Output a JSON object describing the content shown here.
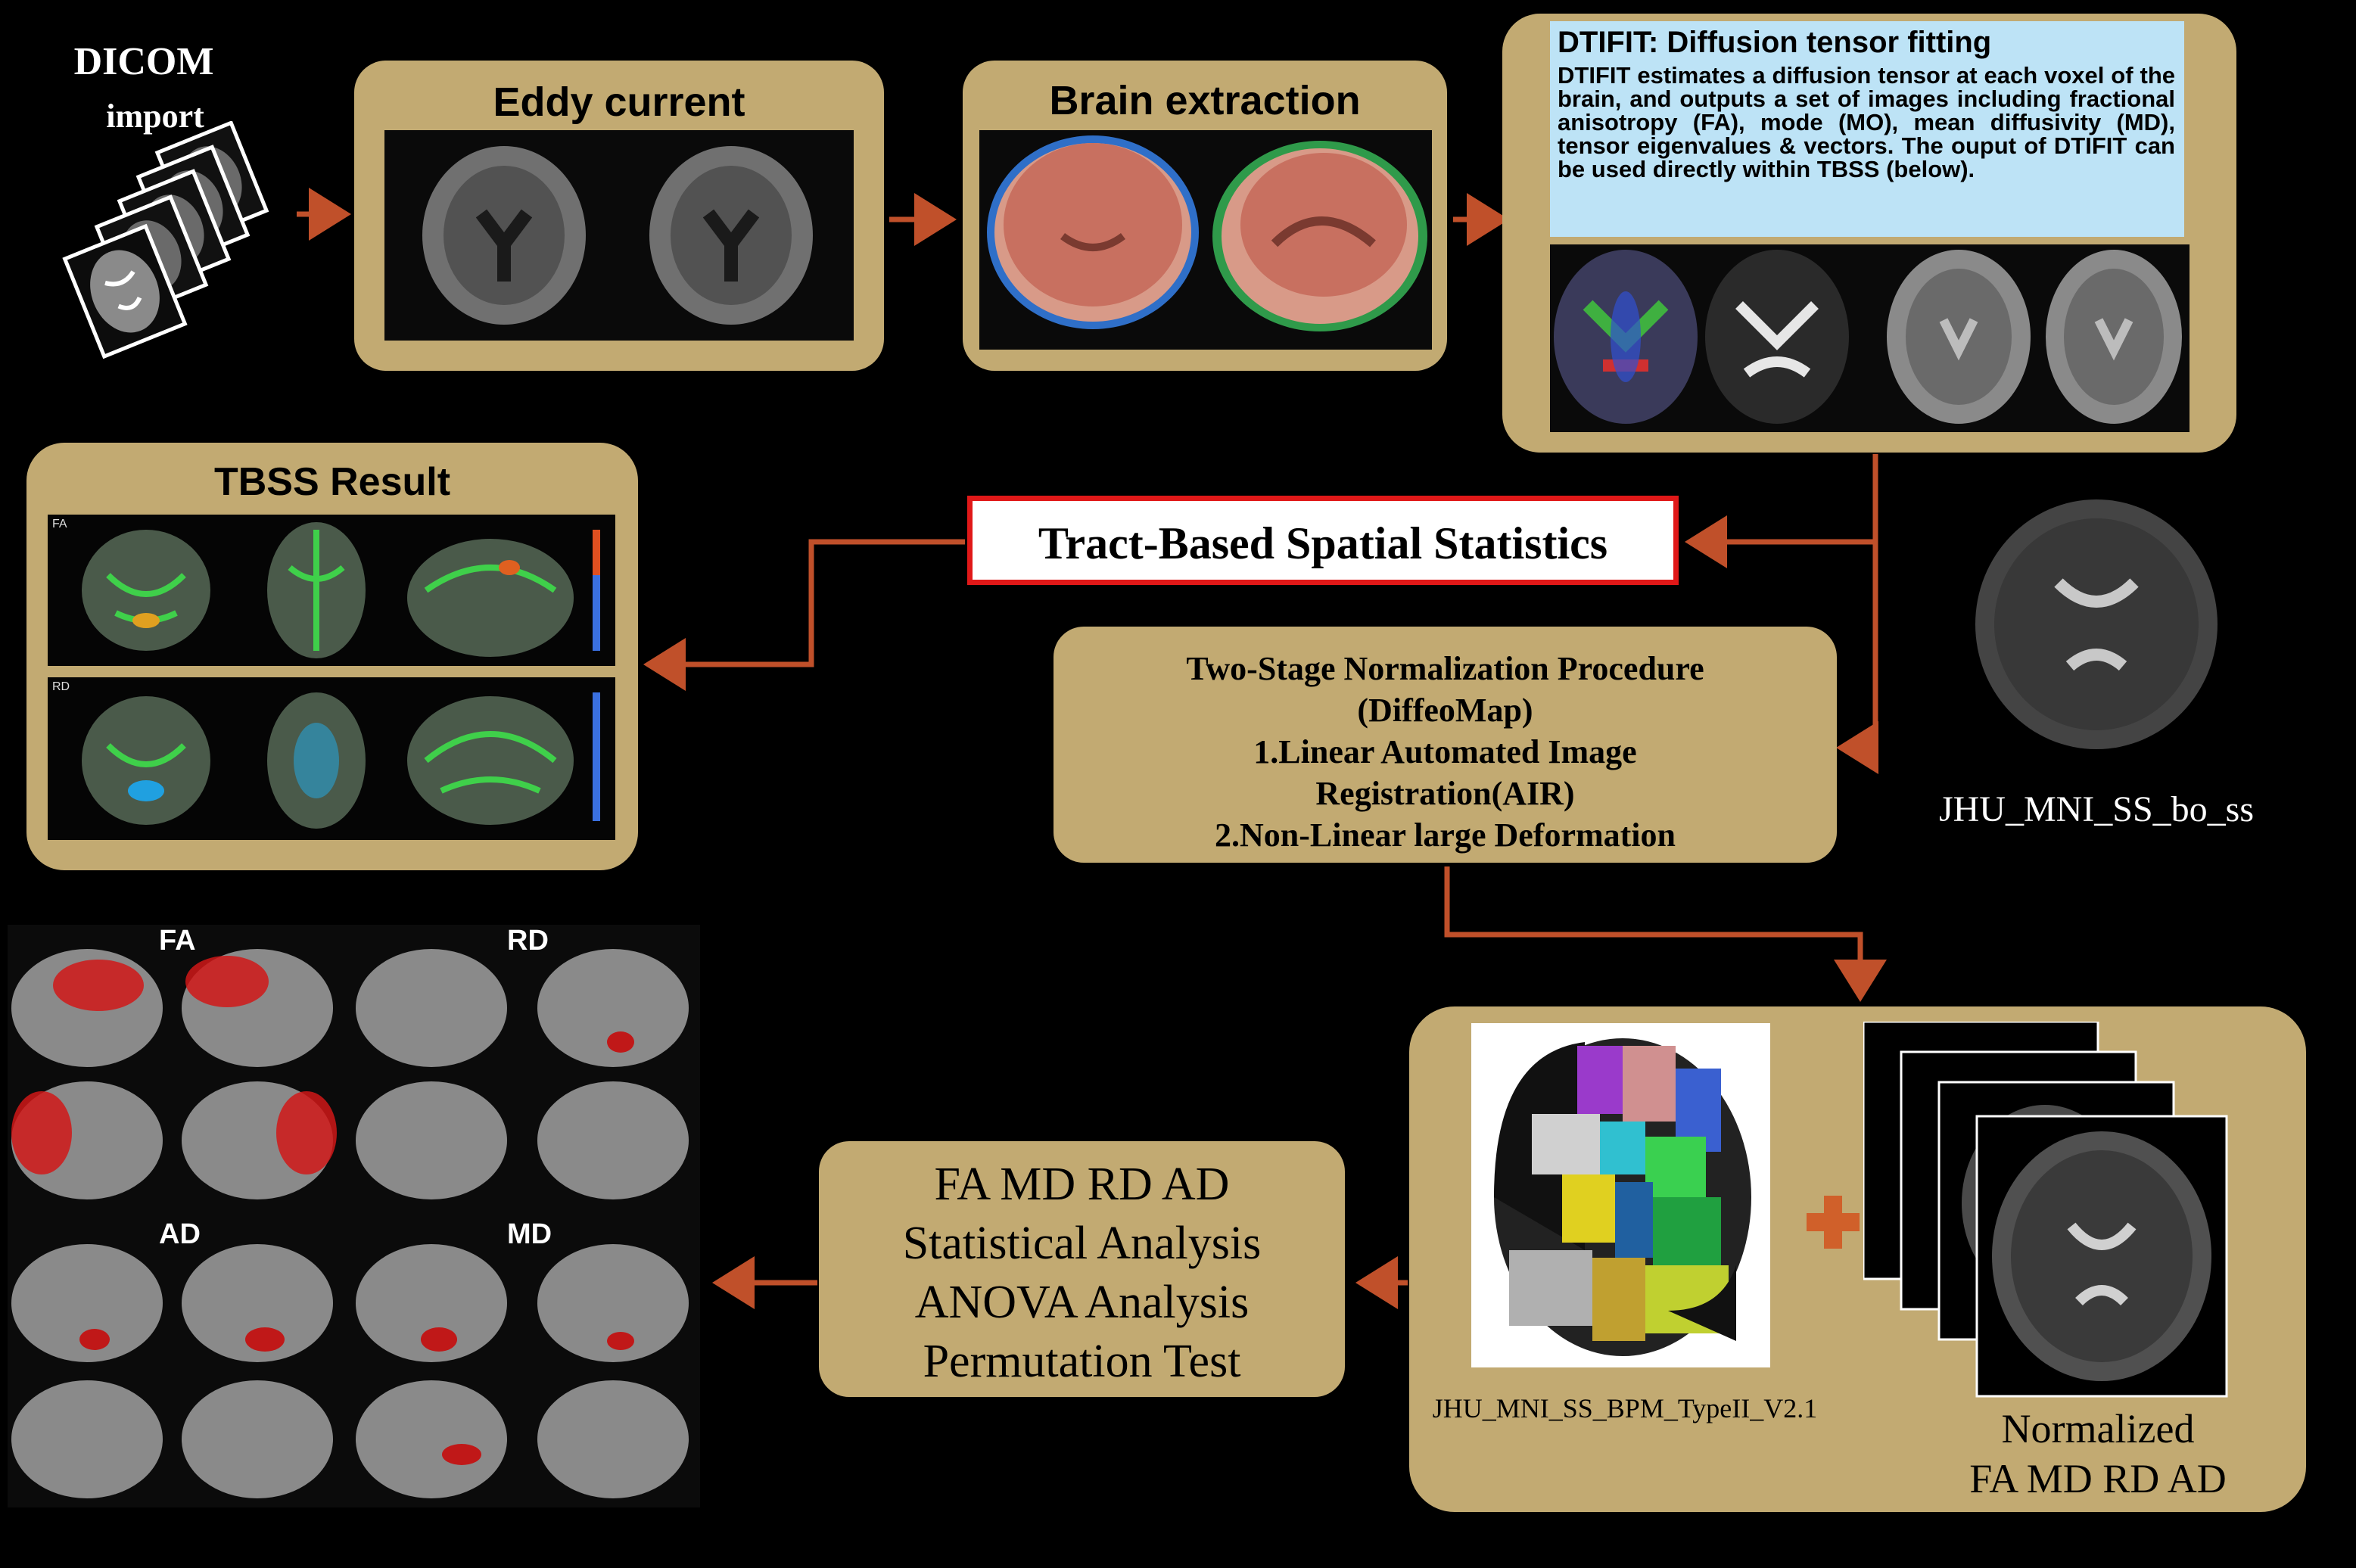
{
  "dicom": {
    "line1": "DICOM",
    "line2": "import"
  },
  "eddy": {
    "title": "Eddy current"
  },
  "brain_extraction": {
    "title": "Brain extraction"
  },
  "dtifit": {
    "title": "DTIFIT: Diffusion tensor fitting",
    "description": "DTIFIT estimates a diffusion tensor at each voxel of the brain, and outputs a set of images including fractional anisotropy (FA), mode (MO), mean diffusivity (MD), tensor eigenvalues & vectors. The ouput of DTIFIT can be used directly within TBSS (below)."
  },
  "tbss_result": {
    "title": "TBSS Result",
    "row1_tag": "FA",
    "row2_tag": "RD"
  },
  "tbss": {
    "label": "Tract-Based Spatial Statistics"
  },
  "normalization": {
    "lines": [
      "Two-Stage Normalization Procedure",
      "(DiffeoMap)",
      "1.Linear  Automated Image",
      "Registration(AIR)",
      "2.Non-Linear  large Deformation"
    ]
  },
  "template": {
    "label": "JHU_MNI_SS_bo_ss"
  },
  "atlas": {
    "label": "JHU_MNI_SS_BPM_TypeII_V2.1"
  },
  "normalized": {
    "line1": "Normalized",
    "line2": "FA MD RD AD"
  },
  "analysis": {
    "lines": [
      "FA MD RD AD",
      "Statistical Analysis",
      "ANOVA Analysis",
      "Permutation Test"
    ]
  },
  "results_grid": {
    "labels": [
      "FA",
      "RD",
      "AD",
      "MD"
    ]
  },
  "colors": {
    "box_fill": "#c2aa72",
    "arrow": "#c0502a",
    "tbss_border": "#e01818",
    "dtifit_bg": "#bde3f6"
  }
}
